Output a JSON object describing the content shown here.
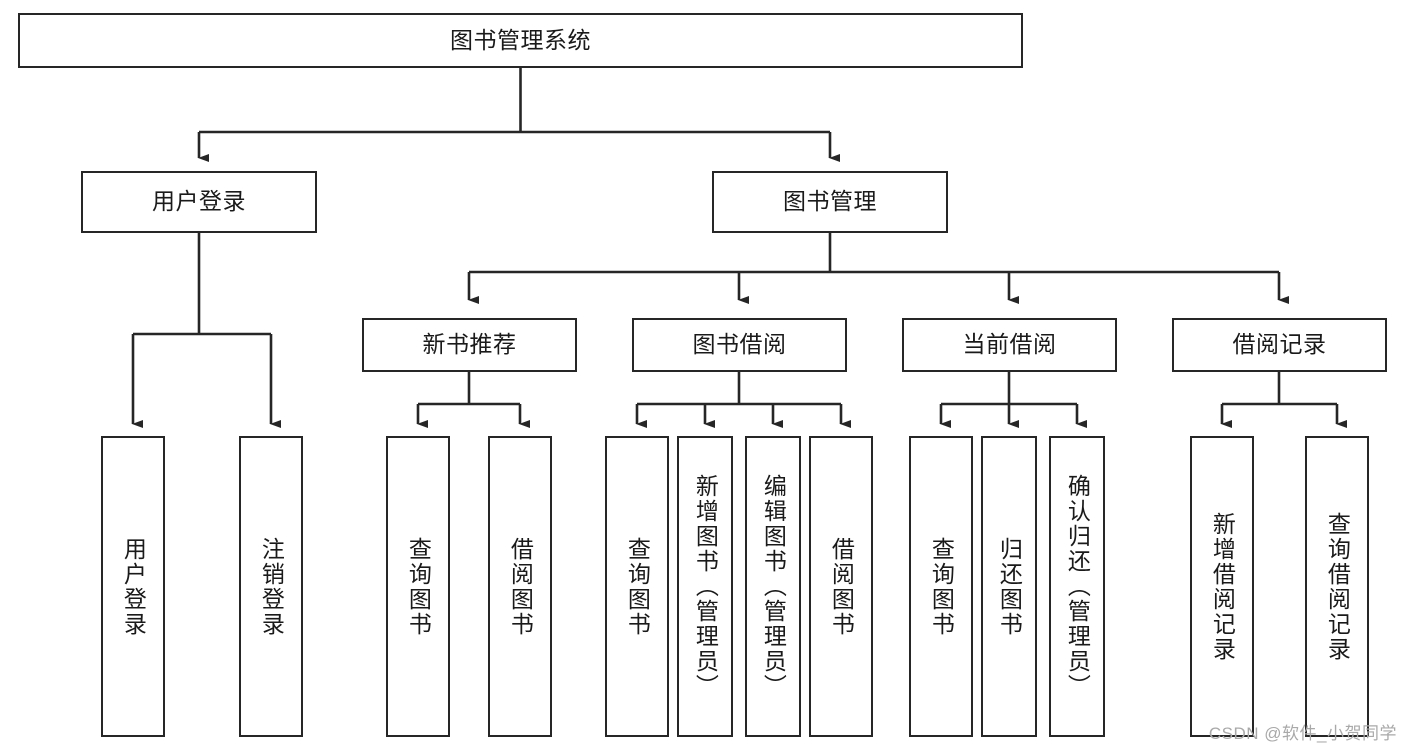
{
  "diagram": {
    "title": "图书管理系统",
    "type": "tree-hierarchy-diagram",
    "root": {
      "id": "root",
      "label": "图书管理系统"
    },
    "level2": [
      {
        "id": "user-login",
        "label": "用户登录"
      },
      {
        "id": "book-management",
        "label": "图书管理"
      }
    ],
    "level3": [
      {
        "id": "new-book-recommend",
        "label": "新书推荐",
        "parent": "book-management"
      },
      {
        "id": "book-borrow",
        "label": "图书借阅",
        "parent": "book-management"
      },
      {
        "id": "current-borrow",
        "label": "当前借阅",
        "parent": "book-management"
      },
      {
        "id": "borrow-record",
        "label": "借阅记录",
        "parent": "book-management"
      }
    ],
    "leaves": {
      "user-login": [
        {
          "id": "leaf-user-login",
          "label": "用户登录"
        },
        {
          "id": "leaf-logout-login",
          "label": "注销登录"
        }
      ],
      "new-book-recommend": [
        {
          "id": "leaf-query-book-1",
          "label": "查询图书"
        },
        {
          "id": "leaf-borrow-book-1",
          "label": "借阅图书"
        }
      ],
      "book-borrow": [
        {
          "id": "leaf-query-book-2",
          "label": "查询图书"
        },
        {
          "id": "leaf-add-book-admin",
          "label": "新增图书（管理员）"
        },
        {
          "id": "leaf-edit-book-admin",
          "label": "编辑图书（管理员）"
        },
        {
          "id": "leaf-borrow-book-2",
          "label": "借阅图书"
        }
      ],
      "current-borrow": [
        {
          "id": "leaf-query-book-3",
          "label": "查询图书"
        },
        {
          "id": "leaf-return-book",
          "label": "归还图书"
        },
        {
          "id": "leaf-confirm-return-admin",
          "label": "确认归还（管理员）"
        }
      ],
      "borrow-record": [
        {
          "id": "leaf-add-borrow-record",
          "label": "新增借阅记录"
        },
        {
          "id": "leaf-query-borrow-record",
          "label": "查询借阅记录"
        }
      ]
    }
  },
  "watermark": {
    "text": "CSDN @软件_小贺同学"
  },
  "colors": {
    "stroke": "#262626",
    "fill": "#ffffff",
    "text": "#1a1a1a",
    "watermark": "#a9a9a9"
  }
}
